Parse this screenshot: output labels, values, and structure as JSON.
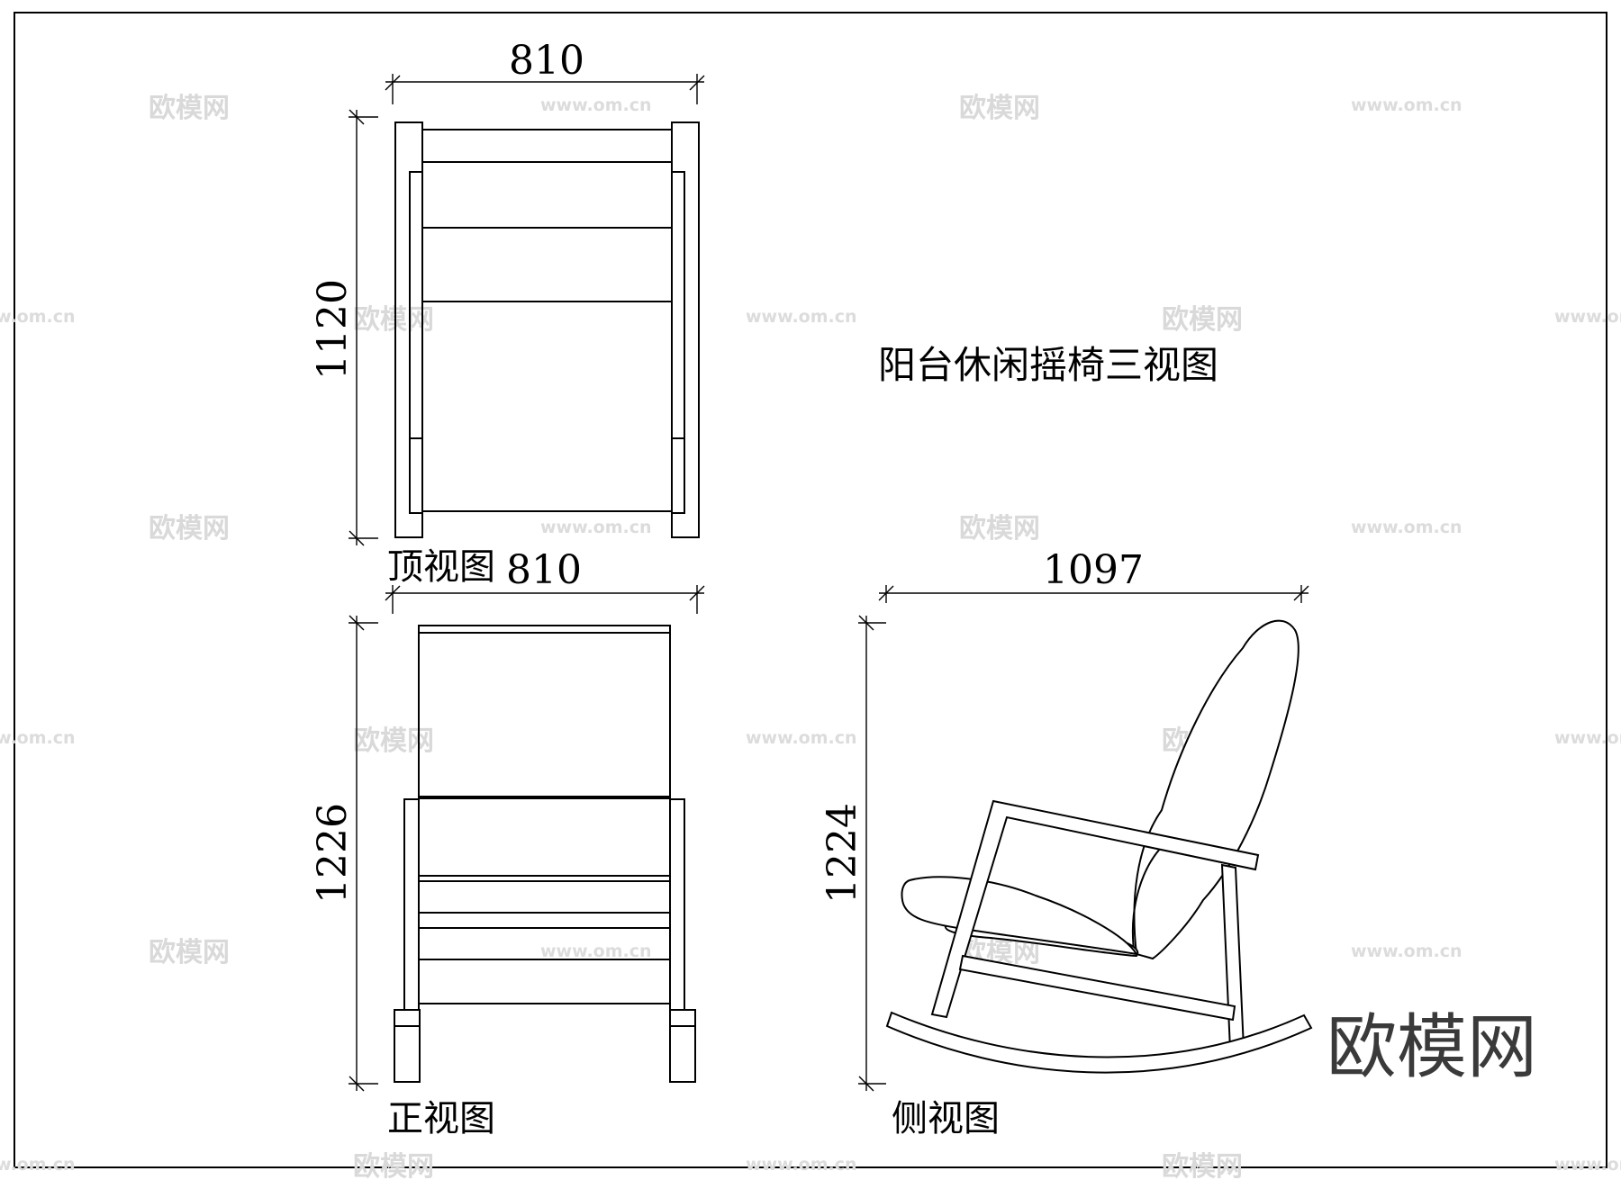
{
  "title": "阳台休闲摇椅三视图",
  "views": {
    "top": {
      "caption": "顶视图",
      "width": "810",
      "height": "1120"
    },
    "front": {
      "caption": "正视图",
      "width": "810",
      "height": "1226"
    },
    "side": {
      "caption": "侧视图",
      "width": "1097",
      "height": "1224"
    }
  },
  "watermark": {
    "brand": "欧模网",
    "url": "www.om.cn"
  }
}
